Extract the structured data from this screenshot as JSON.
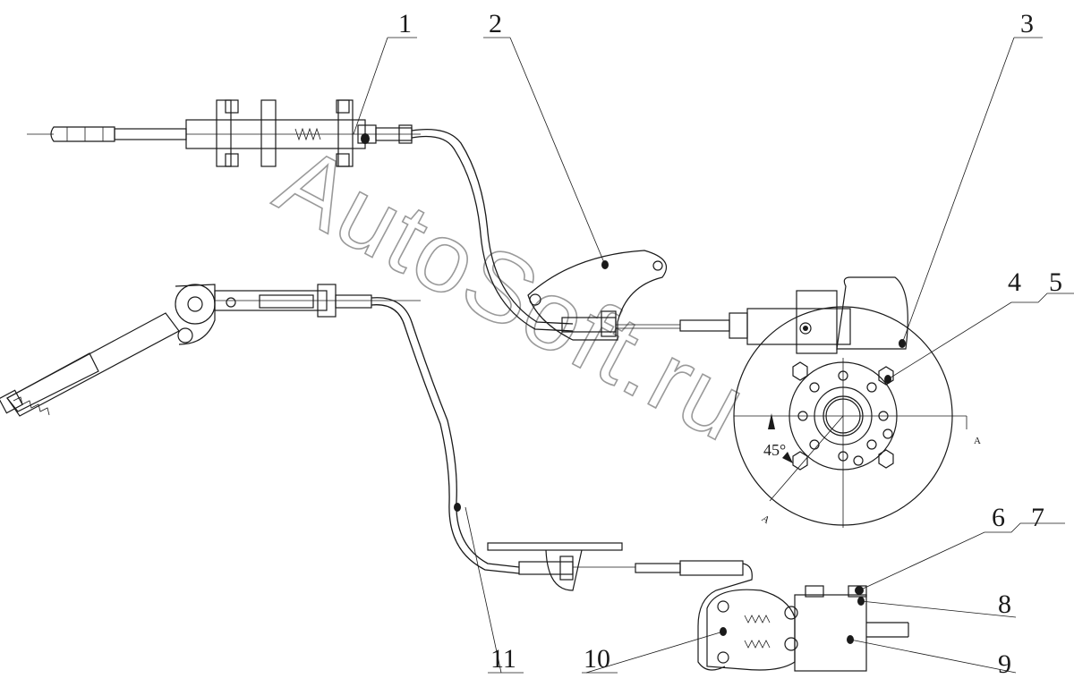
{
  "watermark": "AutoSoft.ru",
  "callouts": [
    "1",
    "2",
    "3",
    "4",
    "5",
    "6",
    "7",
    "8",
    "9",
    "10",
    "11"
  ],
  "angle_label": "45°",
  "section_label_a": "A",
  "section_label_b": "A"
}
